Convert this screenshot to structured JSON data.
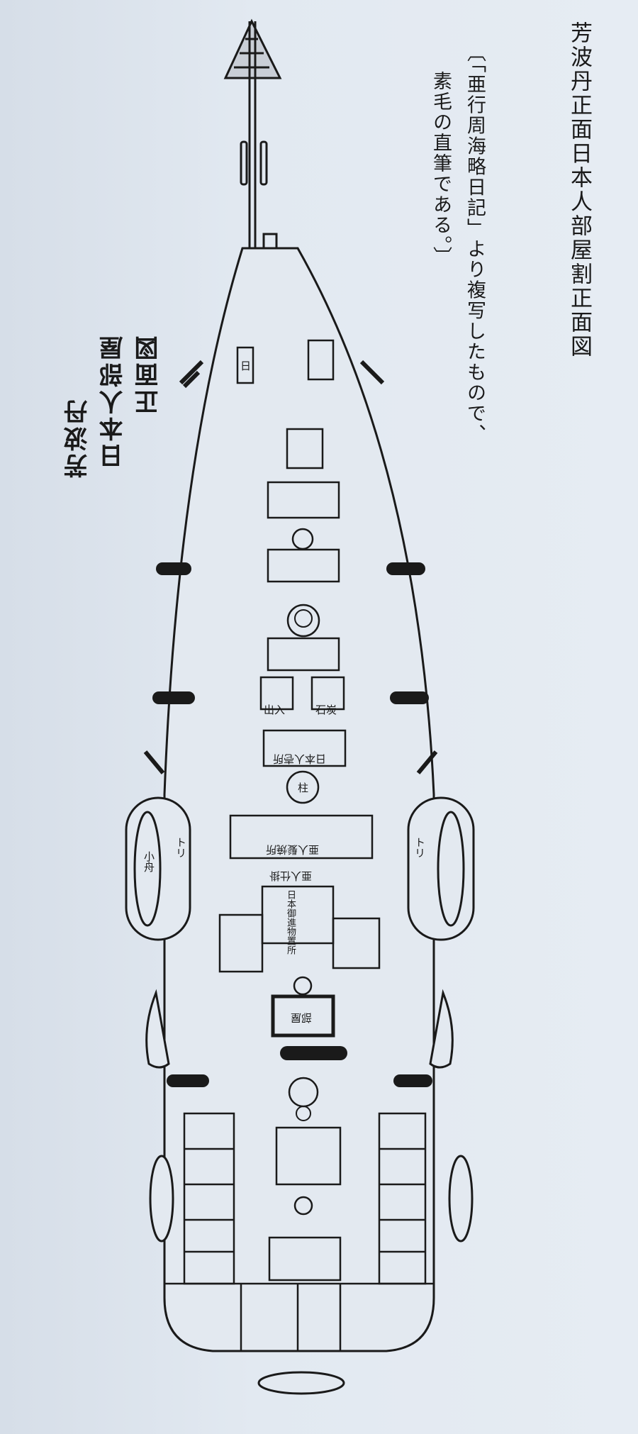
{
  "title": "芳波丹正面日本人部屋割正面図",
  "caption": {
    "line1": "〔「亜行周海略日記」より複写したもので、",
    "line2": "素毛の直筆である。〕"
  },
  "handwritten_title": {
    "ship": "芳波丹",
    "rooms": "日本人部屋",
    "view": "正面図"
  },
  "deck_labels": {
    "sun": "日",
    "entrance": "出入",
    "coal": "石炭",
    "japanese_room": "日本人壱所",
    "american_barber": "亜人髪焼所",
    "american_device": "亜人仕掛",
    "gift_store": "日本御進物置所",
    "toilet_left": "トリ",
    "toilet_right": "トリ",
    "boat": "小舟",
    "pillar": "柱",
    "room": "部屋"
  }
}
